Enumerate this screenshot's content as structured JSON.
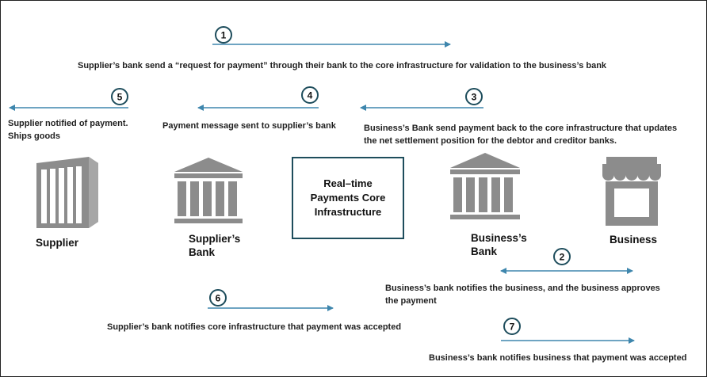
{
  "steps": [
    {
      "number": "1",
      "text": "Supplier’s  bank send a  “request for payment”  through their bank to the core infrastructure for validation  to the business’s  bank"
    },
    {
      "number": "2",
      "text": "Business’s  bank notifies the business, and the business approves\n the payment"
    },
    {
      "number": "3",
      "text": "Business’s  Bank send payment back to the core infrastructure that updates\nthe net settlement position for the debtor and creditor banks."
    },
    {
      "number": "4",
      "text": "Payment message sent to supplier’s bank"
    },
    {
      "number": "5",
      "text": "Supplier notified of payment.\nShips goods"
    },
    {
      "number": "6",
      "text": "Supplier’s bank notifies core infrastructure that payment was accepted"
    },
    {
      "number": "7",
      "text": "Business’s  bank notifies business that payment was accepted"
    }
  ],
  "entities": {
    "supplier": "Supplier",
    "suppliers_bank": "Supplier’s\nBank",
    "core": "Real–time\nPayments Core\nInfrastructure",
    "business_bank": "Business’s\nBank",
    "business": "Business"
  },
  "colors": {
    "arrow": "#3e86ad",
    "icon": "#8c8c8c",
    "badge": "#1e4d5c",
    "core_border": "#1e4d5c"
  },
  "icons": [
    "supplier-building-icon",
    "supplier-bank-icon",
    "business-bank-icon",
    "business-store-icon"
  ]
}
